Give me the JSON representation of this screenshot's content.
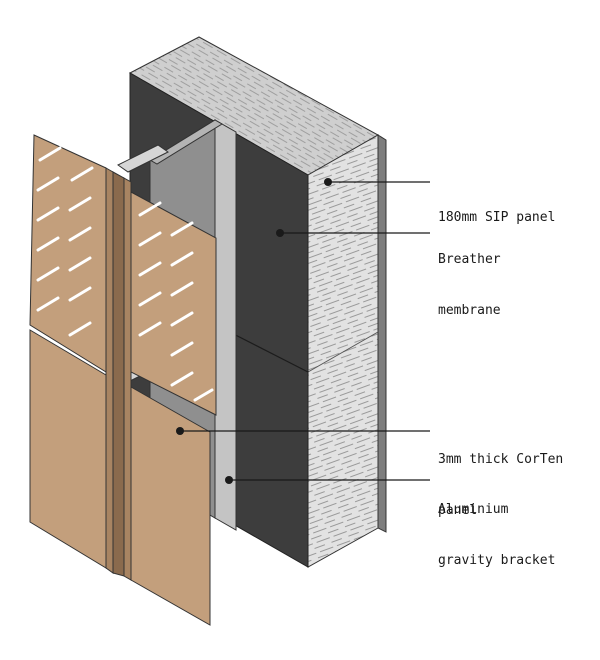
{
  "labels": {
    "sip_line1": "180mm SIP panel",
    "breather_line1": "Breather",
    "breather_line2": "membrane",
    "corten_line1": "3mm thick CorTen",
    "corten_line2": "panel",
    "bracket_line1": "Aluminium",
    "bracket_line2": "gravity bracket"
  },
  "colors": {
    "sip_face": "#e2e2e2",
    "sip_top": "#cfcfcf",
    "sip_edge": "#7e7e7e",
    "membrane": "#3d3d3d",
    "bracket": "#c4c4c4",
    "bracket_dark": "#8a8a8a",
    "corten": "#c39f7c",
    "corten_edge": "#8a6a4d",
    "outline": "#333333",
    "leader": "#1a1a1a"
  }
}
